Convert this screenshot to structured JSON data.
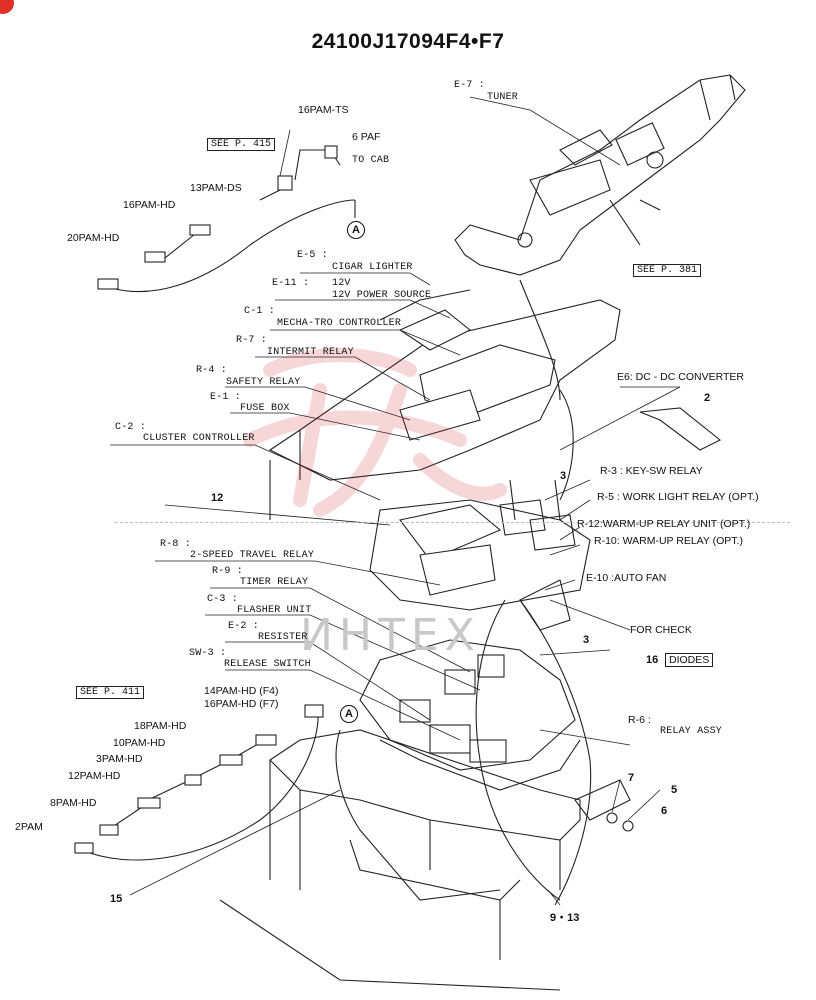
{
  "title": "24100J17094F4•F7",
  "refs": {
    "p415": "SEE P. 415",
    "p381": "SEE P. 381",
    "p411": "SEE P. 411"
  },
  "circle_a": "A",
  "upper_harness": {
    "pam16ts": "16PAM-TS",
    "paf6": "6 PAF",
    "to_cab": "TO CAB",
    "pam13ds": "13PAM-DS",
    "pam16hd": "16PAM-HD",
    "pam20hd": "20PAM-HD"
  },
  "lower_harness": {
    "pam14hd": "14PAM-HD (F4)",
    "pam16hd": "16PAM-HD (F7)",
    "pam18hd": "18PAM-HD",
    "pam10hd": "10PAM-HD",
    "pam3hd": "3PAM-HD",
    "pam12hd": "12PAM-HD",
    "pam8hd": "8PAM-HD",
    "pam2": "2PAM"
  },
  "left_labels": [
    {
      "code": "E-5 :",
      "name": "CIGAR LIGHTER"
    },
    {
      "code": "E-11 :",
      "name": "12V"
    },
    {
      "code": "",
      "name": "12V POWER SOURCE"
    },
    {
      "code": "C-1 :",
      "name": "MECHA-TRO CONTROLLER"
    },
    {
      "code": "R-7 :",
      "name": "INTERMIT RELAY"
    },
    {
      "code": "R-4 :",
      "name": "SAFETY RELAY"
    },
    {
      "code": "E-1 :",
      "name": "FUSE BOX"
    },
    {
      "code": "C-2 :",
      "name": "CLUSTER CONTROLLER"
    },
    {
      "code": "R-8 :",
      "name": "2-SPEED TRAVEL RELAY"
    },
    {
      "code": "R-9 :",
      "name": "TIMER RELAY"
    },
    {
      "code": "C-3 :",
      "name": "FLASHER UNIT"
    },
    {
      "code": "E-2 :",
      "name": "RESISTER"
    },
    {
      "code": "SW-3 :",
      "name": "RELEASE SWITCH"
    }
  ],
  "right_labels": {
    "e7": "E-7 :",
    "tuner": "TUNER",
    "e6": "E6: DC - DC CONVERTER",
    "r3": "R-3 : KEY-SW RELAY",
    "r5": "R-5 : WORK LIGHT RELAY (OPT.)",
    "r12": "R-12:WARM-UP RELAY UNIT (OPT.)",
    "r10": "R-10: WARM-UP RELAY (OPT.)",
    "e10": "E-10 :AUTO FAN",
    "for_check": "FOR CHECK",
    "diodes": "DIODES",
    "r6": "R-6 :",
    "relay_assy": "RELAY ASSY"
  },
  "part_numbers": {
    "n2": "2",
    "n3a": "3",
    "n3b": "3",
    "n12": "12",
    "n16": "16",
    "n7": "7",
    "n5": "5",
    "n6": "6",
    "n15": "15",
    "n913": "9・13"
  }
}
